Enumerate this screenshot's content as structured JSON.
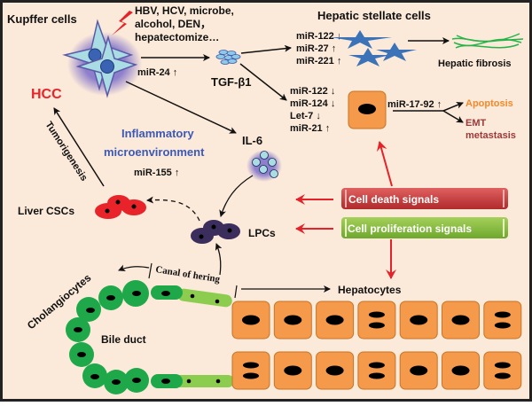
{
  "colors": {
    "background": "#fbe9d9",
    "border": "#222222",
    "kupffer_cell": "#a9dce3",
    "kupffer_nucleus": "#3a63b4",
    "stellate_star": "#3c72b8",
    "fibrosis": "#27b34a",
    "hepatocyte": "#f5994a",
    "hepatocyte_border": "#c87426",
    "cholangiocyte_dark": "#1fa84a",
    "cholangiocyte_light": "#8ccc4e",
    "csc": "#e8242a",
    "lpc": "#3b2d5c",
    "hcc": "#e8242a",
    "inflammatory_text": "#3b59b5",
    "apoptosis_text": "#f28a2c",
    "emt_text": "#9a3a3a",
    "death_signal": "#c73a3a",
    "proliferation_signal": "#7ab33a",
    "signal_arrow": "#e52229"
  },
  "labels": {
    "kupffer": "Kupffer cells",
    "triggers": [
      "HBV, HCV, microbe,",
      "alcohol, DEN，",
      "hepatectomize…"
    ],
    "mir24": "miR-24 ↑",
    "tgf": "TGF-β1",
    "stellate": "Hepatic stellate cells",
    "stellate_mirs": [
      "miR-122 ↓",
      "miR-27 ↑",
      "miR-221 ↑"
    ],
    "fibrosis": "Hepatic fibrosis",
    "hepatocyte_mirs": [
      "miR-122 ↓",
      "miR-124 ↓",
      "Let-7 ↓",
      "miR-21 ↑"
    ],
    "mir1792": "miR-17-92 ↑",
    "apoptosis": "Apoptosis",
    "emt": [
      "EMT",
      "metastasis"
    ],
    "hcc": "HCC",
    "tumorigenesis": "Tumorigenesis",
    "inflammatory": [
      "Inflammatory",
      "microenvironment"
    ],
    "mir155": "miR-155 ↑",
    "il6": "IL-6",
    "liver_cscs": "Liver CSCs",
    "lpcs": "LPCs",
    "death_signals": "Cell death signals",
    "proliferation_signals": "Cell proliferation signals",
    "cholangiocytes": "Cholangiocytes",
    "canal": "Canal of hering",
    "hepatocytes": "Hepatocytes",
    "bile_duct": "Bile duct"
  },
  "hepatocyte_rows": [
    [
      "single",
      "single",
      "single",
      "double",
      "single",
      "single",
      "double"
    ],
    [
      "double",
      "single",
      "single",
      "double",
      "single",
      "single",
      "double"
    ]
  ]
}
